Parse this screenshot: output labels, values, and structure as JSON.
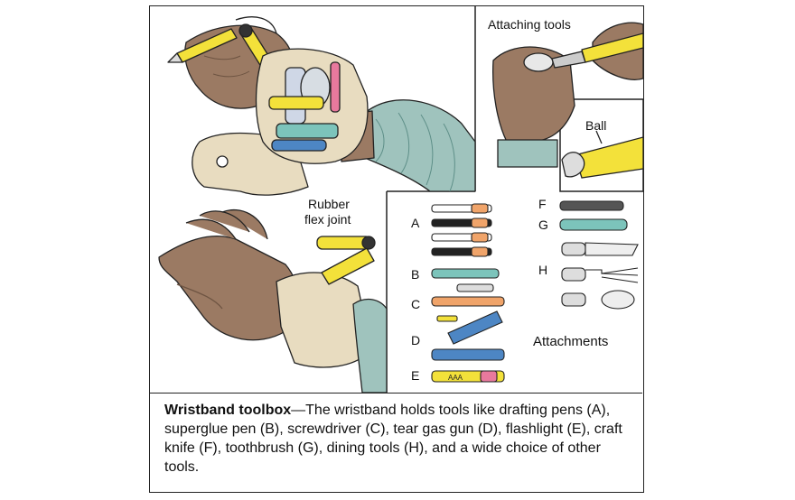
{
  "labels": {
    "attaching_tools": "Attaching tools",
    "ball": "Ball",
    "rubber_line1": "Rubber",
    "rubber_line2": "flex joint",
    "attachments": "Attachments"
  },
  "letters": {
    "a": "A",
    "b": "B",
    "c": "C",
    "d": "D",
    "e": "E",
    "f": "F",
    "g": "G",
    "h": "H"
  },
  "flashlight_text": "AAA",
  "caption": {
    "title": "Wristband toolbox",
    "body": "—The wristband holds tools like drafting pens (A), superglue pen (B), screwdriver (C), tear gas gun (D), flashlight (E), craft knife (F), toothbrush (G), dining tools (H), and a wide choice of other tools."
  },
  "colors": {
    "skin": "#9b7a63",
    "skin_dark": "#6e5442",
    "band": "#e8dcc0",
    "sleeve": "#9fc3bd",
    "yellow": "#f3e13a",
    "teal": "#7cc4bb",
    "orange": "#f0a46a",
    "blue": "#4d86c4",
    "pink": "#e8799d",
    "line": "#222222"
  }
}
